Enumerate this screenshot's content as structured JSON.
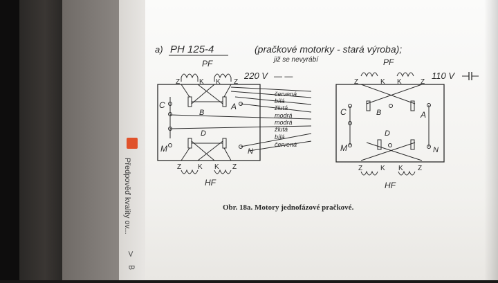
{
  "sidebar": {
    "tab_label": "Předpověď kvality ov...",
    "chevron": ">",
    "icon_glyph": "B"
  },
  "page": {
    "heading_label": "a)",
    "model": "PH 125-4",
    "note": "(pračkové motorky - stará výroba);",
    "note2": "již se nevyrábí",
    "caption": "Obr. 18a. Motory jednofázové pračkové."
  },
  "diagram_left": {
    "pf": "PF",
    "hf": "HF",
    "voltage": "220 V",
    "dash": "— —",
    "top_terms": [
      "Z",
      "K",
      "K",
      "Z"
    ],
    "bottom_terms": [
      "Z",
      "K",
      "K",
      "Z"
    ],
    "letters": {
      "a": "A",
      "b": "B",
      "c": "C",
      "d": "D",
      "m": "M",
      "n": "N"
    },
    "wires": [
      "červená",
      "bílá",
      "žlutá",
      "modrá",
      "modrá",
      "žlutá",
      "bílá",
      "červená"
    ]
  },
  "diagram_right": {
    "pf": "PF",
    "hf": "HF",
    "voltage": "110 V",
    "top_terms": [
      "Z",
      "K",
      "K",
      "Z"
    ],
    "bottom_terms": [
      "Z",
      "K",
      "K",
      "Z"
    ],
    "letters": {
      "a": "A",
      "b": "B",
      "c": "C",
      "d": "D",
      "m": "M",
      "n": "N"
    }
  }
}
